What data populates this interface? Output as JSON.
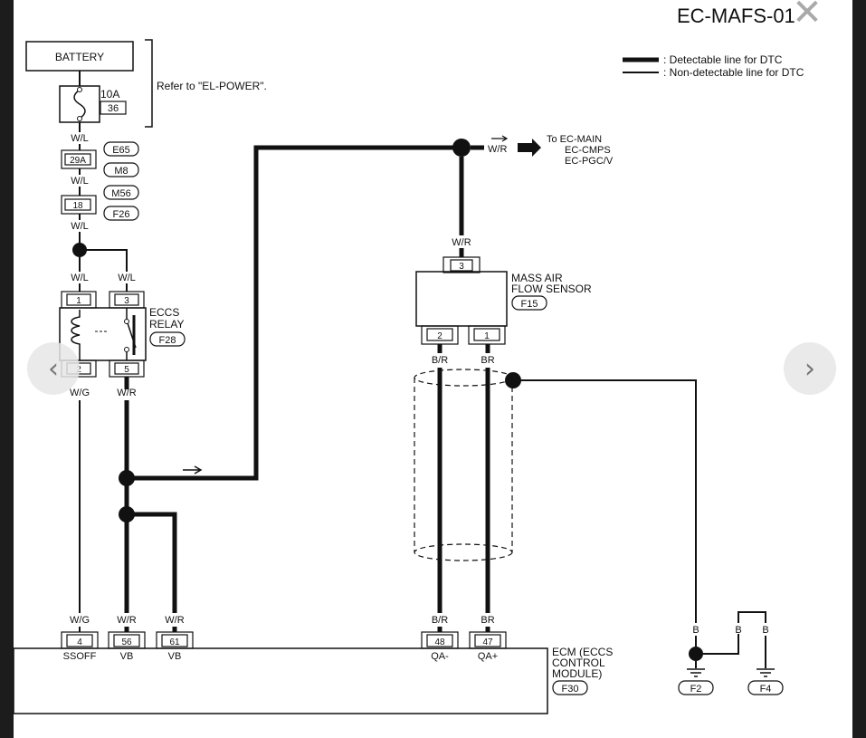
{
  "page_code": "EC-MAFS-01",
  "legend": {
    "detectable": ": Detectable line for DTC",
    "non_detectable": ": Non-detectable line for DTC"
  },
  "battery": {
    "label": "BATTERY",
    "refer": "Refer to \"EL-POWER\"."
  },
  "fuse": {
    "rating": "10A",
    "number": "36"
  },
  "wires": {
    "wl": "W/L",
    "wg": "W/G",
    "wr": "W/R",
    "br_shield": "B/R",
    "br": "BR",
    "b": "B"
  },
  "connectors": {
    "c29a": "29A",
    "c18": "18",
    "e65": "E65",
    "m8": "M8",
    "m56": "M56",
    "f26": "F26"
  },
  "relay": {
    "name_line1": "ECCS",
    "name_line2": "RELAY",
    "code": "F28",
    "pins": {
      "p1": "1",
      "p2": "2",
      "p3": "3",
      "p5": "5"
    }
  },
  "to_ec": {
    "line1": "To EC-MAIN",
    "line2": "EC-CMPS",
    "line3": "EC-PGC/V"
  },
  "maf": {
    "line1": "MASS AIR",
    "line2": "FLOW SENSOR",
    "code": "F15",
    "pins": {
      "p1": "1",
      "p2": "2",
      "p3": "3"
    }
  },
  "ecm": {
    "line1": "ECM (ECCS",
    "line2": "CONTROL",
    "line3": "MODULE)",
    "code": "F30",
    "terminals": [
      {
        "pin": "4",
        "name": "SSOFF"
      },
      {
        "pin": "56",
        "name": "VB"
      },
      {
        "pin": "61",
        "name": "VB"
      },
      {
        "pin": "48",
        "name": "QA-"
      },
      {
        "pin": "47",
        "name": "QA+"
      }
    ]
  },
  "grounds": {
    "g1": "F2",
    "g2": "F4"
  },
  "nav": {
    "prev": "‹",
    "next": "›",
    "close": "✕"
  }
}
